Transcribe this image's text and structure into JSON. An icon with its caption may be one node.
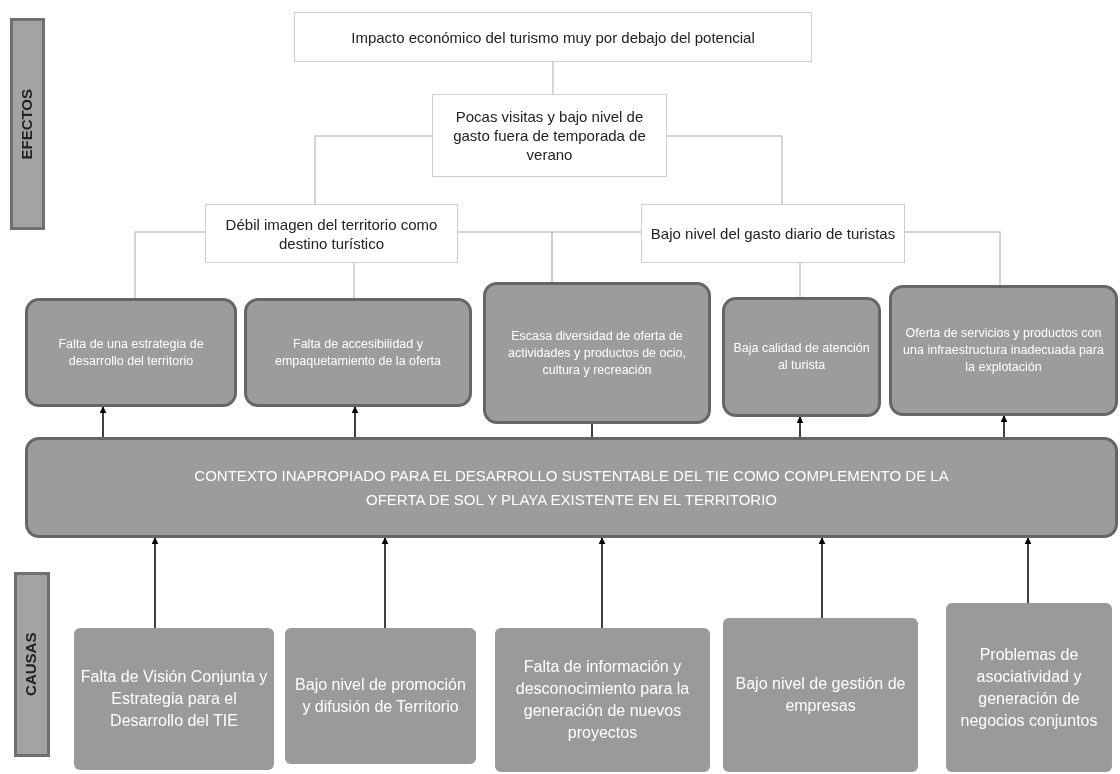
{
  "diagram": {
    "nodes": [
      {
        "text": [
          "EFECTOS"
        ]
      },
      {
        "text": [
          "Impacto económico del turismo muy por debajo del potencial"
        ]
      },
      {
        "text": [
          "Pocas visitas y bajo nivel de gasto fuera de temporada de verano"
        ]
      },
      {
        "text": [
          "Débil imagen del territorio como destino turístico"
        ]
      },
      {
        "text": [
          "Bajo nivel del gasto diario de turistas"
        ]
      },
      {
        "text": [
          "Falta de una estrategia de desarrollo del territorio"
        ]
      },
      {
        "text": [
          "Falta de accesibilidad y empaquetamiento de la oferta"
        ]
      },
      {
        "text": [
          "Escasa diversidad de oferta de actividades y productos de ocio, cultura y recreación"
        ]
      },
      {
        "text": [
          "Baja calidad de atención al turista"
        ]
      },
      {
        "text": [
          "Oferta de servicios y productos con una infraestructura inadecuada para la explotación"
        ]
      },
      {
        "text": [
          "CONTEXTO INAPROPIADO PARA EL DESARROLLO SUSTENTABLE DEL TIE COMO COMPLEMENTO DE LA OFERTA DE SOL Y PLAYA EXISTENTE EN EL TERRITORIO"
        ]
      },
      {
        "text": [
          "CAUSAS"
        ]
      },
      {
        "text": [
          "Falta de Visión Conjunta y Estrategia para el Desarrollo del TIE"
        ]
      },
      {
        "text": [
          "Bajo nivel de promoción y difusión de Territorio"
        ]
      },
      {
        "text": [
          "Falta de información y desconocimiento para la generación de nuevos proyectos"
        ]
      },
      {
        "text": [
          "Bajo nivel de gestión de empresas"
        ]
      },
      {
        "text": [
          "Problemas de asociatividad y generación de negocios conjuntos"
        ]
      }
    ],
    "edges": [
      {
        "from": 1,
        "to": 2,
        "arrow": "none",
        "color": "#c8c8c8"
      },
      {
        "from": 2,
        "to": 3,
        "arrow": "none",
        "color": "#c8c8c8"
      },
      {
        "from": 2,
        "to": 4,
        "arrow": "none",
        "color": "#c8c8c8"
      },
      {
        "from": 3,
        "to": 5,
        "arrow": "none",
        "color": "#c8c8c8"
      },
      {
        "from": 3,
        "to": 6,
        "arrow": "none",
        "color": "#c8c8c8"
      },
      {
        "from": 3,
        "to": 7,
        "arrow": "none",
        "color": "#c8c8c8"
      },
      {
        "from": 4,
        "to": 7,
        "arrow": "none",
        "color": "#c8c8c8"
      },
      {
        "from": 4,
        "to": 8,
        "arrow": "none",
        "color": "#c8c8c8"
      },
      {
        "from": 4,
        "to": 9,
        "arrow": "none",
        "color": "#c8c8c8"
      },
      {
        "from": 10,
        "to": 5,
        "arrow": "to"
      },
      {
        "from": 10,
        "to": 6,
        "arrow": "to"
      },
      {
        "from": 10,
        "to": 7,
        "arrow": "none"
      },
      {
        "from": 10,
        "to": 8,
        "arrow": "to"
      },
      {
        "from": 10,
        "to": 9,
        "arrow": "to"
      },
      {
        "from": 12,
        "to": 10,
        "arrow": "to"
      },
      {
        "from": 13,
        "to": 10,
        "arrow": "to"
      },
      {
        "from": 14,
        "to": 10,
        "arrow": "to"
      },
      {
        "from": 15,
        "to": 10,
        "arrow": "to"
      },
      {
        "from": 16,
        "to": 10,
        "arrow": "to"
      }
    ]
  }
}
